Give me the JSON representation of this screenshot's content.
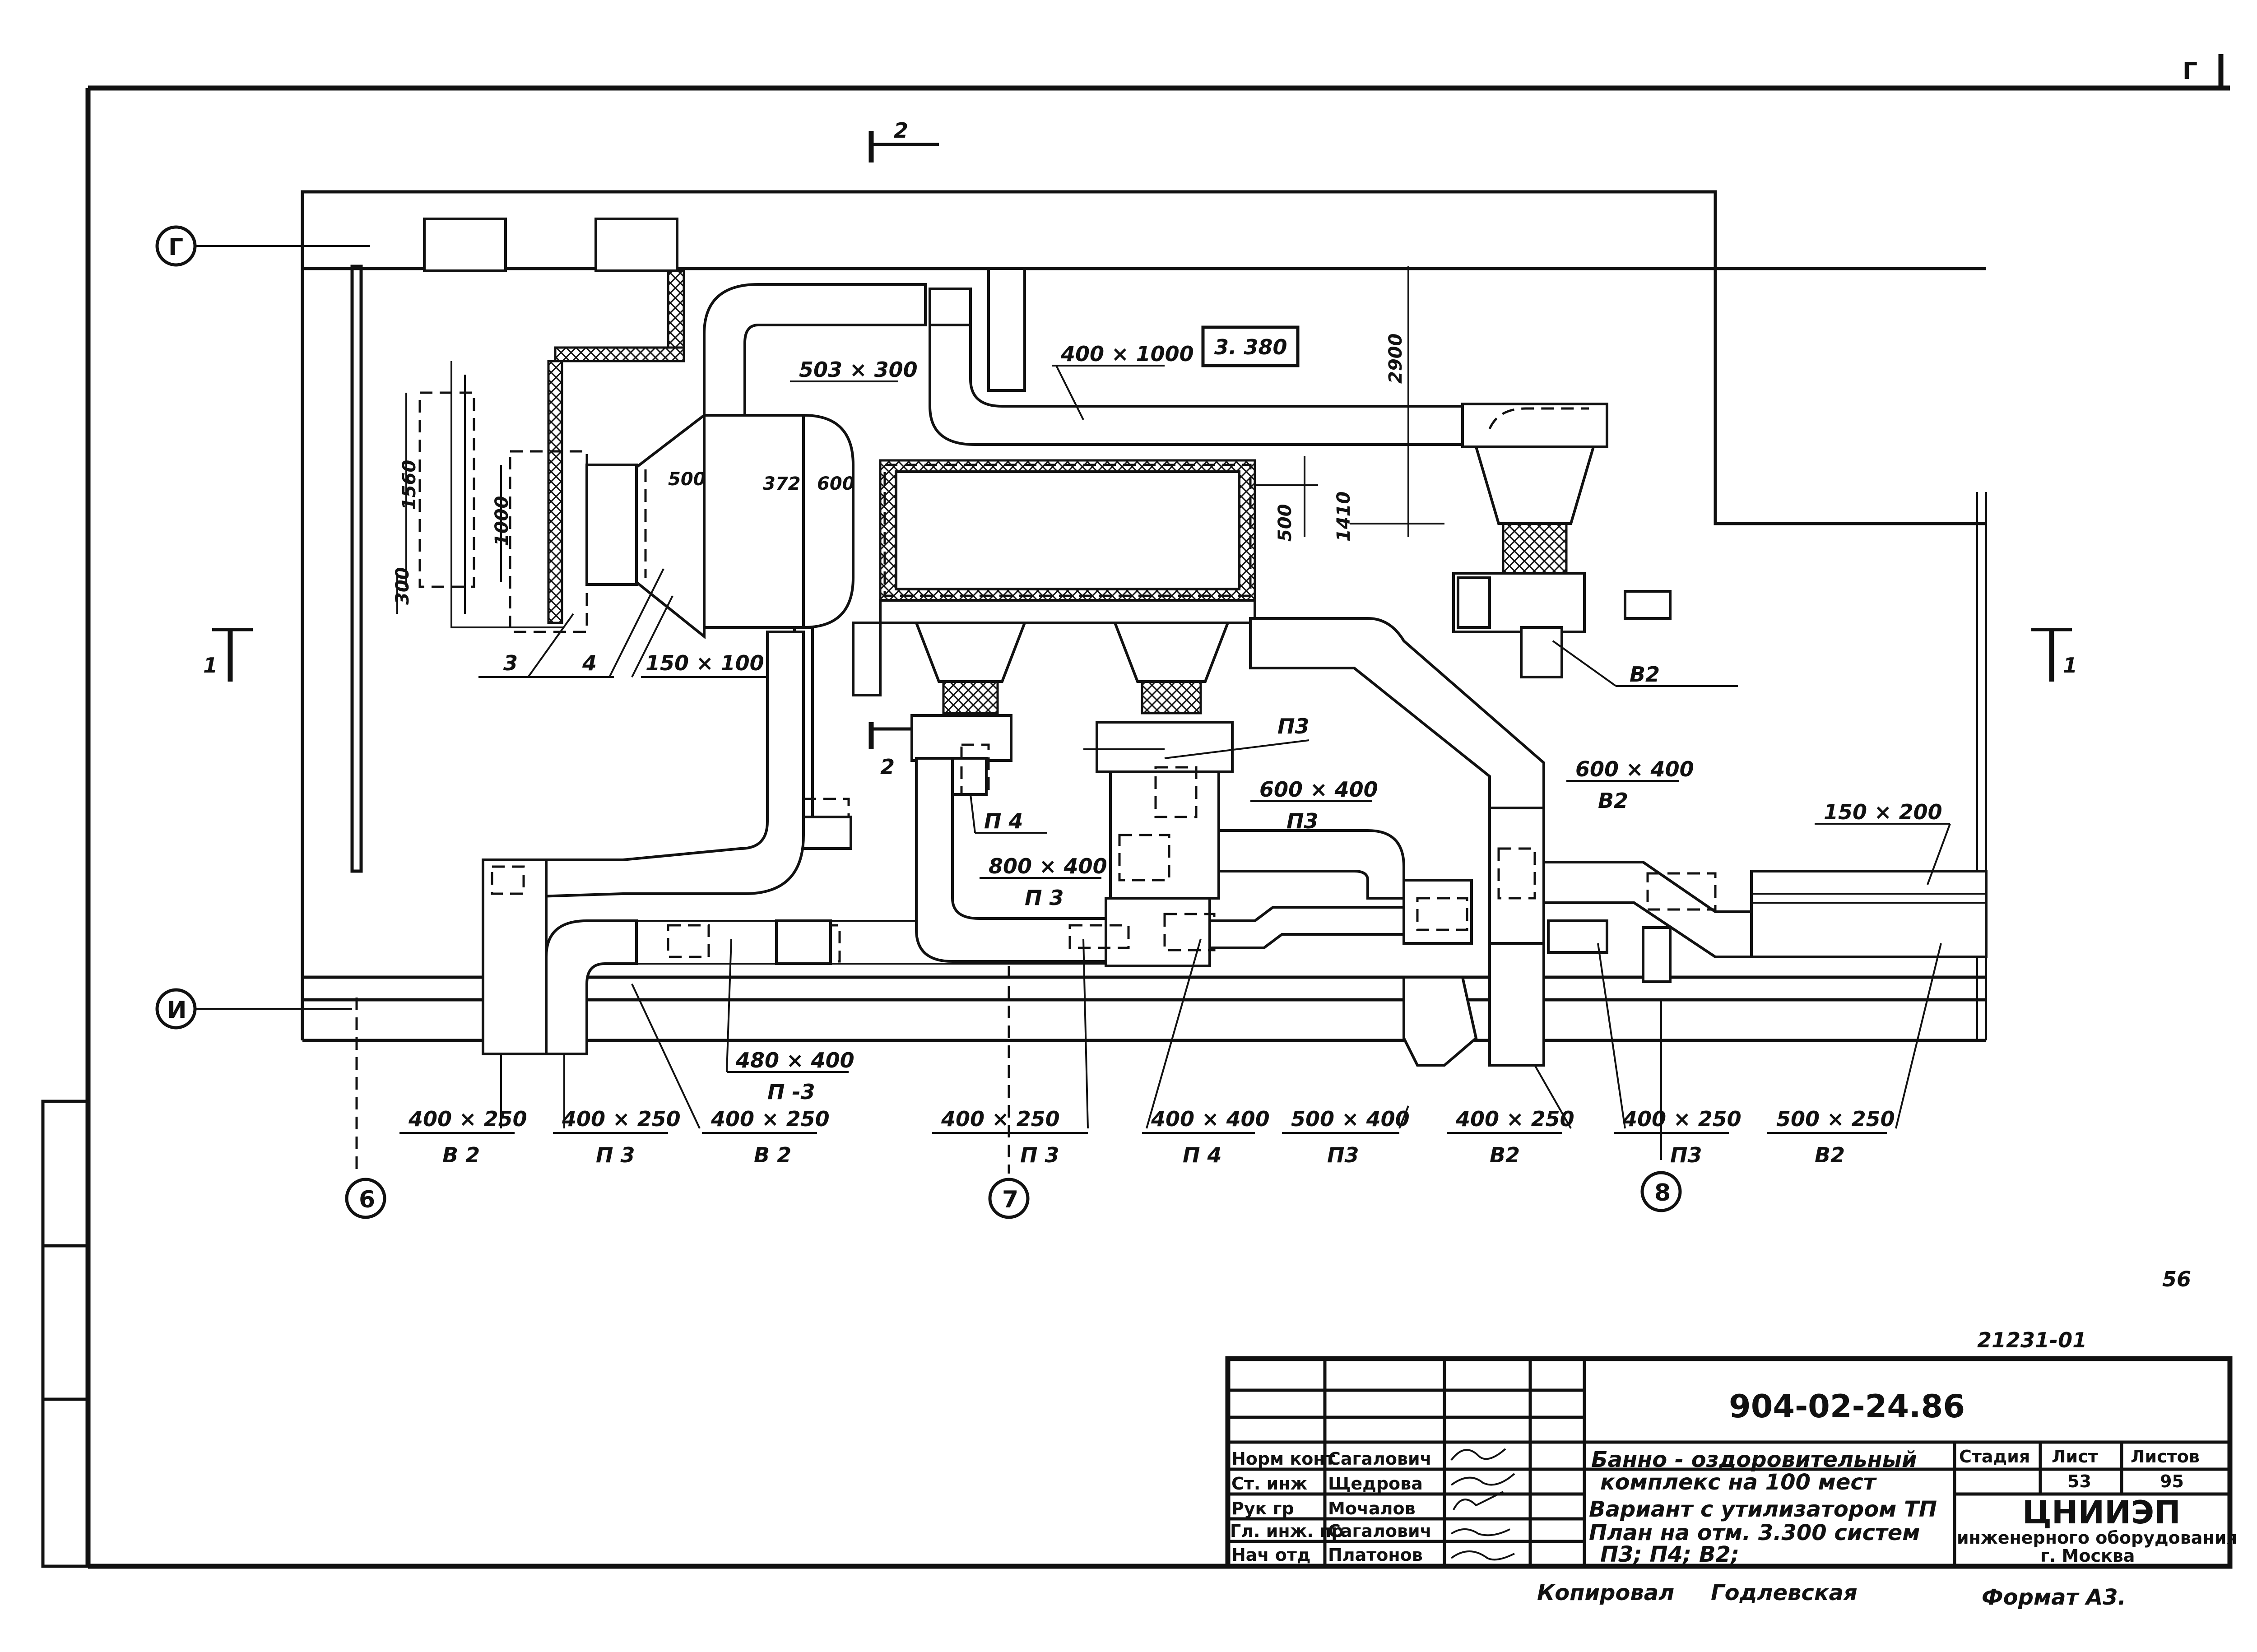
{
  "corner_mark": "Г",
  "section_marks": {
    "top": "2",
    "mid_left": "2",
    "left": "1",
    "right": "1"
  },
  "grid_axes": {
    "g": "Г",
    "i": "И",
    "col6": "6",
    "col7": "7",
    "col8": "8"
  },
  "plan_labels": {
    "d503x300": "503 × 300",
    "d400x1000": "400 × 1000",
    "elev": "3. 380",
    "dim2900": "2900",
    "dim1560": "1560",
    "dim1000": "1000",
    "dim300": "300",
    "dim500a": "500",
    "dim372": "372",
    "dim600": "600",
    "dim500b": "500",
    "dim1410": "1410",
    "n3": "3",
    "n4": "4",
    "d150x100": "150 × 100",
    "b2_fan": "В2",
    "p3_top": "П3",
    "d600x400_p3": "600 × 400",
    "p3_under": "П3",
    "d600x400_b2": "600 × 400",
    "b2_under": "В2",
    "d150x200": "150 × 200",
    "p4": "П 4",
    "d800x400": "800 × 400",
    "p3_800": "П 3",
    "d480x400": "480 × 400",
    "p3_480": "П -3"
  },
  "bottom_labels": [
    {
      "size": "400 × 250",
      "system": "В 2"
    },
    {
      "size": "400 × 250",
      "system": "П 3"
    },
    {
      "size": "400 × 250",
      "system": "В 2"
    },
    {
      "size": "400 × 250",
      "system": "П 3"
    },
    {
      "size": "400 × 400",
      "system": "П 4"
    },
    {
      "size": "500 × 400",
      "system": "П3"
    },
    {
      "size": "400 × 250",
      "system": "В2"
    },
    {
      "size": "400 × 250",
      "system": "П3"
    },
    {
      "size": "500 × 250",
      "system": "В2"
    }
  ],
  "sheet_number": "56",
  "inventory_number": "21231-01",
  "title_block": {
    "doc_code": "904-02-24.86",
    "roles": [
      {
        "role": "Норм конт",
        "name": "Сагалович"
      },
      {
        "role": "Ст. инж",
        "name": "Щедрова"
      },
      {
        "role": "Рук гр",
        "name": "Мочалов"
      },
      {
        "role": "Гл. инж. пр",
        "name": "Сагалович"
      },
      {
        "role": "Нач отд",
        "name": "Платонов"
      }
    ],
    "object_line1": "Банно - оздоровительный",
    "object_line2": "комплекс на 100 мест",
    "sheet_line1": "Вариант с утилизатором ТП",
    "sheet_line2": "План на отм. 3.300 систем",
    "sheet_line3": "П3; П4; В2;",
    "stage_header": "Стадия",
    "sheet_header": "Лист",
    "sheets_header": "Листов",
    "sheet_value": "53",
    "sheets_value": "95",
    "org_name": "ЦНИИЭП",
    "org_line2": "инженерного оборудования",
    "org_line3": "г. Москва"
  },
  "footer": {
    "copied": "Копировал",
    "copier": "Годлевская",
    "format": "Формат А3."
  }
}
